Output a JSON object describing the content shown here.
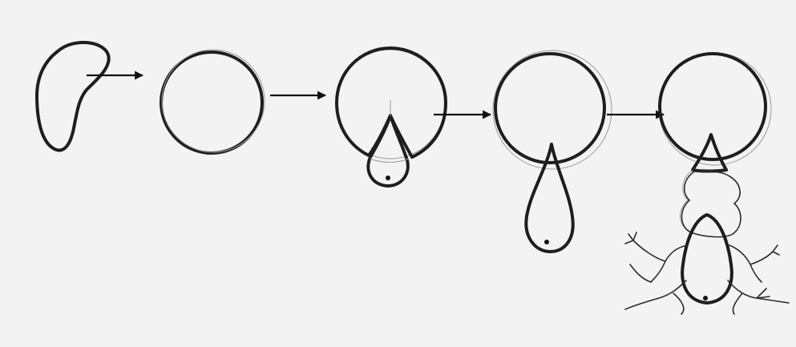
{
  "diagram": {
    "stages": [
      {
        "id": "stage-1"
      },
      {
        "id": "stage-2"
      },
      {
        "id": "stage-3"
      },
      {
        "id": "stage-4"
      },
      {
        "id": "stage-5"
      }
    ],
    "arrows": 4,
    "colors": {
      "ink": "#1e1e1e",
      "paper": "#f3f3f3",
      "pencil": "#9a9a9a"
    }
  }
}
